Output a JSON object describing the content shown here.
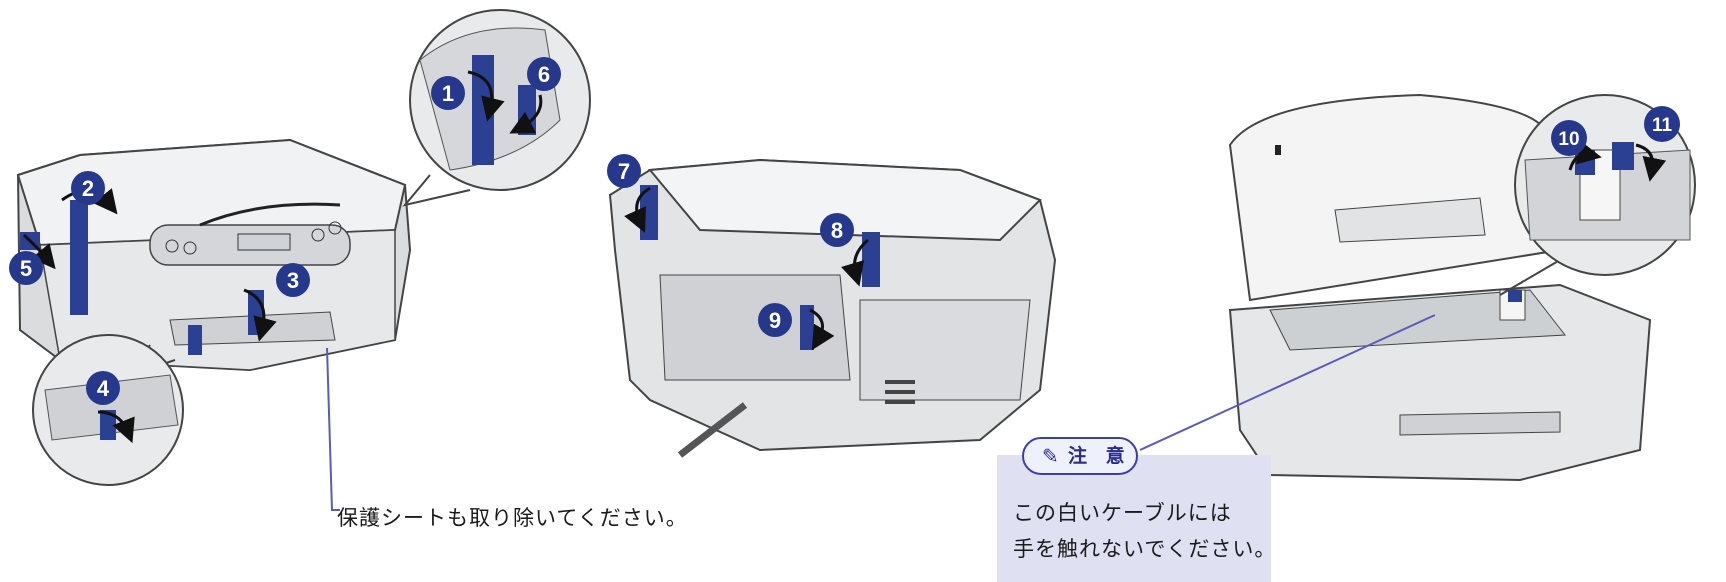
{
  "steps": [
    "1",
    "2",
    "3",
    "4",
    "5",
    "6",
    "7",
    "8",
    "9",
    "10",
    "11"
  ],
  "caption_sheet": "保護シートも取り除いてください。",
  "note": {
    "title": "注 意",
    "icon": "pencil-icon",
    "line1": "この白いケーブルには",
    "line2": "手を触れないでください。"
  },
  "colors": {
    "tape": "#2b3f93",
    "step_badge": "#26388b",
    "leader": "#5a5cb8",
    "note_bg": "#dfe0f1"
  }
}
